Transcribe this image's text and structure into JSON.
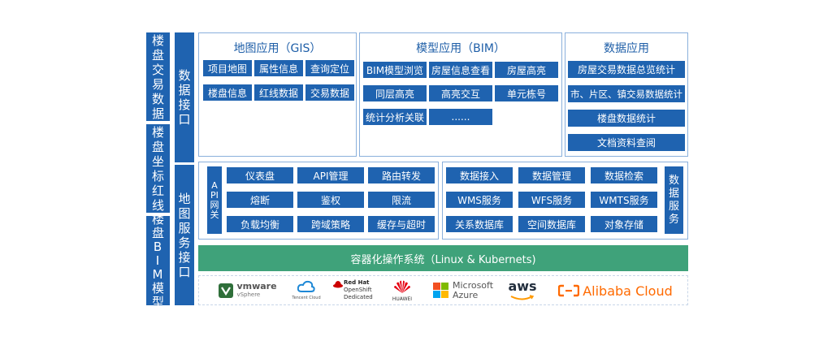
{
  "left_column": [
    {
      "label": "楼盘交易数据"
    },
    {
      "label": "楼盘坐标红线"
    },
    {
      "label": "楼盘BIM模型"
    }
  ],
  "interface_column": [
    {
      "label": "数据接口"
    },
    {
      "label": "地图服务接口"
    }
  ],
  "gis_panel": {
    "title": "地图应用（GIS）",
    "buttons": [
      "项目地图",
      "属性信息",
      "查询定位",
      "楼盘信息",
      "红线数据",
      "交易数据"
    ]
  },
  "bim_panel": {
    "title": "模型应用（BIM）",
    "buttons": [
      "BIM模型浏览",
      "房屋信息查看",
      "房屋高亮",
      "同层高亮",
      "高亮交互",
      "单元栋号",
      "统计分析关联",
      "......"
    ]
  },
  "data_panel": {
    "title": "数据应用",
    "buttons": [
      "房屋交易数据总览统计",
      "市、片区、镇交易数据统计",
      "楼盘数据统计",
      "文档资料查阅"
    ]
  },
  "api_gateway": {
    "label": "API网关",
    "buttons": [
      "仪表盘",
      "API管理",
      "路由转发",
      "熔断",
      "鉴权",
      "限流",
      "负载均衡",
      "跨域策略",
      "缓存与超时"
    ]
  },
  "data_services": {
    "label": "数据服务",
    "buttons": [
      "数据接入",
      "数据管理",
      "数据检索",
      "WMS服务",
      "WFS服务",
      "WMTS服务",
      "关系数据库",
      "空间数据库",
      "对象存储"
    ]
  },
  "container_bar": {
    "label": "容器化操作系统（Linux & Kubernets)"
  },
  "logos": {
    "vmware_main": "vmware",
    "vmware_sub": "vSphere",
    "tencent": "Tencent Cloud",
    "redhat_1": "Red Hat",
    "redhat_2": "OpenShift",
    "redhat_3": "Dedicated",
    "huawei": "HUAWEI",
    "ms_1": "Microsoft",
    "ms_2": "Azure",
    "aws": "aws",
    "alibaba": "Alibaba Cloud"
  },
  "colors": {
    "primary": "#1f63b0",
    "container": "#3fa27a",
    "panel_border": "#8ab0dc",
    "title": "#1f5fa8"
  }
}
